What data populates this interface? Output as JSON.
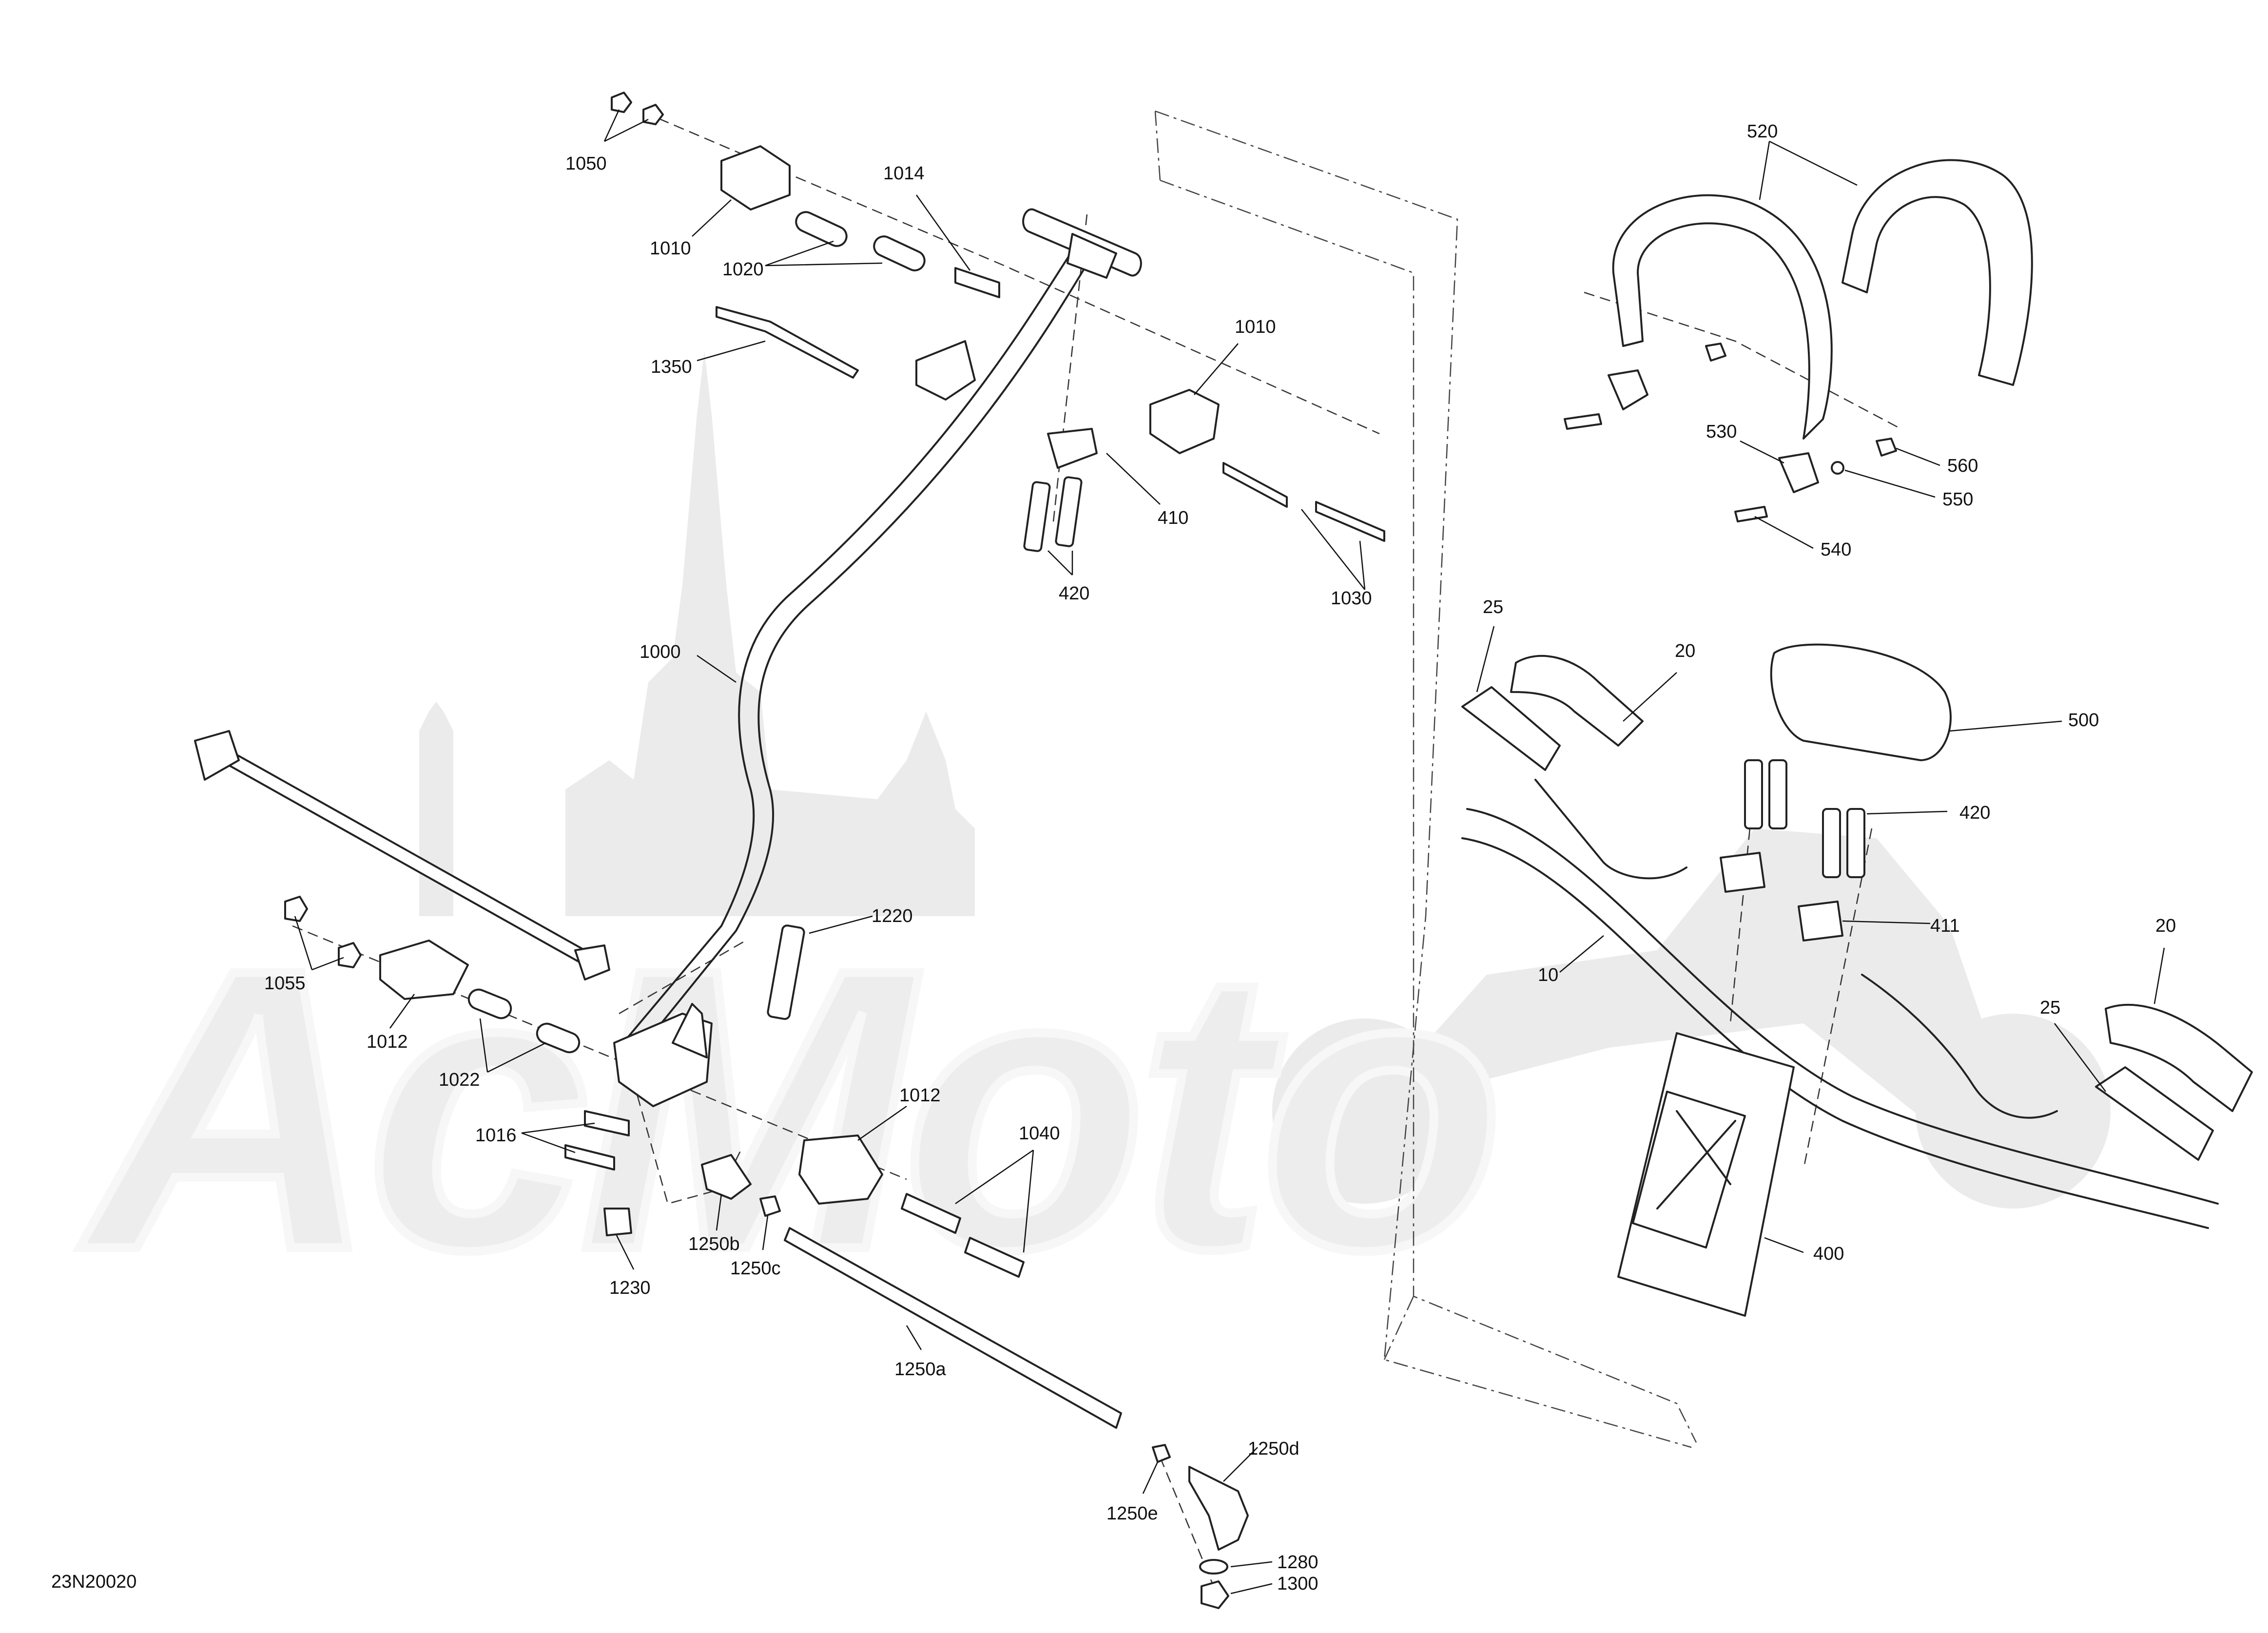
{
  "document_code": "23N20020",
  "watermark": {
    "text": "AcMoto",
    "color": "#e9e9e9"
  },
  "callouts": [
    {
      "id": "c1050",
      "label": "1050"
    },
    {
      "id": "c1010a",
      "label": "1010"
    },
    {
      "id": "c1020",
      "label": "1020"
    },
    {
      "id": "c1014",
      "label": "1014"
    },
    {
      "id": "c1350",
      "label": "1350"
    },
    {
      "id": "c1010b",
      "label": "1010"
    },
    {
      "id": "c410",
      "label": "410"
    },
    {
      "id": "c420a",
      "label": "420"
    },
    {
      "id": "c1030",
      "label": "1030"
    },
    {
      "id": "c1000",
      "label": "1000"
    },
    {
      "id": "c1220",
      "label": "1220"
    },
    {
      "id": "c1055",
      "label": "1055"
    },
    {
      "id": "c1012a",
      "label": "1012"
    },
    {
      "id": "c1022",
      "label": "1022"
    },
    {
      "id": "c1016",
      "label": "1016"
    },
    {
      "id": "c1012b",
      "label": "1012"
    },
    {
      "id": "c1040",
      "label": "1040"
    },
    {
      "id": "c1230",
      "label": "1230"
    },
    {
      "id": "c1250b",
      "label": "1250b"
    },
    {
      "id": "c1250c",
      "label": "1250c"
    },
    {
      "id": "c1250a",
      "label": "1250a"
    },
    {
      "id": "c1250d",
      "label": "1250d"
    },
    {
      "id": "c1250e",
      "label": "1250e"
    },
    {
      "id": "c1280",
      "label": "1280"
    },
    {
      "id": "c1300",
      "label": "1300"
    },
    {
      "id": "c520",
      "label": "520"
    },
    {
      "id": "c530",
      "label": "530"
    },
    {
      "id": "c560",
      "label": "560"
    },
    {
      "id": "c550",
      "label": "550"
    },
    {
      "id": "c540",
      "label": "540"
    },
    {
      "id": "c25a",
      "label": "25"
    },
    {
      "id": "c20a",
      "label": "20"
    },
    {
      "id": "c500",
      "label": "500"
    },
    {
      "id": "c420b",
      "label": "420"
    },
    {
      "id": "c411",
      "label": "411"
    },
    {
      "id": "c10",
      "label": "10"
    },
    {
      "id": "c20b",
      "label": "20"
    },
    {
      "id": "c25b",
      "label": "25"
    },
    {
      "id": "c400",
      "label": "400"
    }
  ]
}
